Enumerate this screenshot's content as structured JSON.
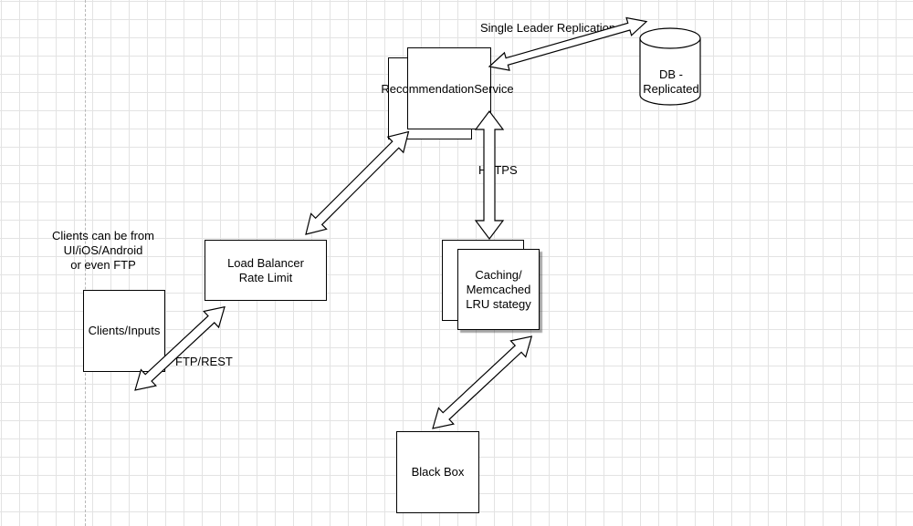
{
  "nodes": {
    "recommendation": "RecommendationService",
    "db": "DB -\nReplicated",
    "load_balancer": "Load Balancer\nRate Limit",
    "clients": "Clients/Inputs",
    "caching": "Caching/\nMemcached\nLRU stategy",
    "black_box": "Black Box"
  },
  "labels": {
    "replication": "Single Leader Replication",
    "https": "HTTPS",
    "ftp_rest": "FTP/REST",
    "clients_note": "Clients can be from\nUI/iOS/Android\nor even FTP"
  }
}
